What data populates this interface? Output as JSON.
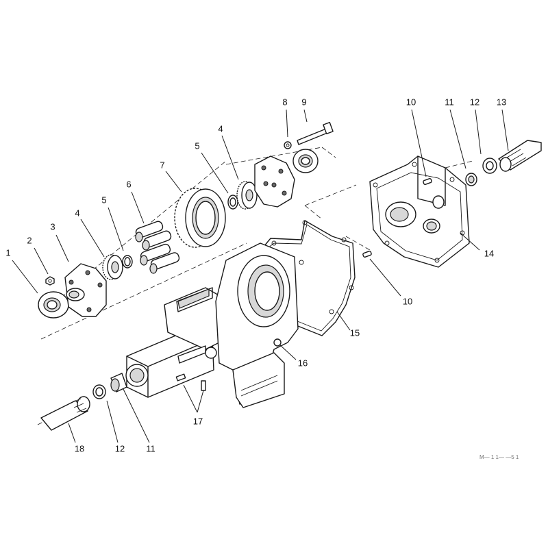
{
  "callouts": [
    {
      "id": "c1",
      "label": "1"
    },
    {
      "id": "c2",
      "label": "2"
    },
    {
      "id": "c3",
      "label": "3"
    },
    {
      "id": "c4a",
      "label": "4"
    },
    {
      "id": "c5a",
      "label": "5"
    },
    {
      "id": "c6",
      "label": "6"
    },
    {
      "id": "c7",
      "label": "7"
    },
    {
      "id": "c5b",
      "label": "5"
    },
    {
      "id": "c4b",
      "label": "4"
    },
    {
      "id": "c8",
      "label": "8"
    },
    {
      "id": "c9",
      "label": "9"
    },
    {
      "id": "c10a",
      "label": "10"
    },
    {
      "id": "c11a",
      "label": "11"
    },
    {
      "id": "c12a",
      "label": "12"
    },
    {
      "id": "c13",
      "label": "13"
    },
    {
      "id": "c14",
      "label": "14"
    },
    {
      "id": "c10b",
      "label": "10"
    },
    {
      "id": "c15",
      "label": "15"
    },
    {
      "id": "c16",
      "label": "16"
    },
    {
      "id": "c17",
      "label": "17"
    },
    {
      "id": "c18",
      "label": "18"
    },
    {
      "id": "c12b",
      "label": "12"
    },
    {
      "id": "c11b",
      "label": "11"
    }
  ],
  "reference_code": "M— 1 1— —5 1"
}
